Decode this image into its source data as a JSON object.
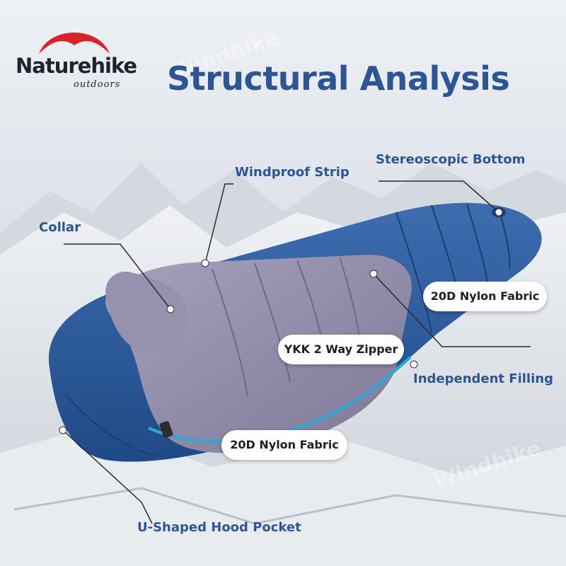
{
  "brand": {
    "name": "Naturehike",
    "tagline": "outdoors"
  },
  "watermark": "Windhike",
  "title": "Structural Analysis",
  "callouts": {
    "stereoscopic_bottom": "Stereoscopic Bottom",
    "windproof_strip": "Windproof Strip",
    "collar": "Collar",
    "nylon_fabric_top": "20D Nylon Fabric",
    "ykk_zipper": "YKK 2 Way Zipper",
    "independent_filling": "Independent Filling",
    "nylon_fabric_bottom": "20D Nylon Fabric",
    "hood_pocket": "U-Shaped Hood Pocket"
  },
  "colors": {
    "title": "#2e5593",
    "brand_arc": "#d9222a",
    "bag_shell": "#2a5a9c",
    "bag_lining": "#8f8aa6",
    "zipper_trim": "#2aa8d8"
  }
}
